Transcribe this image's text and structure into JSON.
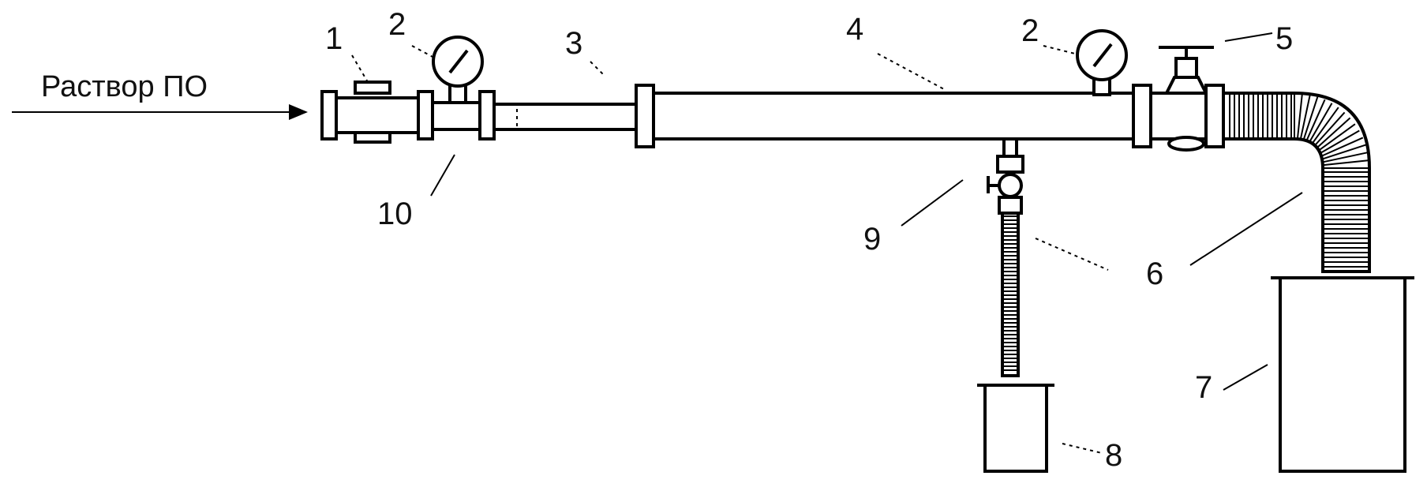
{
  "inlet_label": "Раствор ПО",
  "callouts": {
    "c1": "1",
    "c2a": "2",
    "c2b": "2",
    "c3": "3",
    "c4": "4",
    "c5": "5",
    "c6": "6",
    "c7": "7",
    "c8": "8",
    "c9": "9",
    "c10": "10"
  }
}
